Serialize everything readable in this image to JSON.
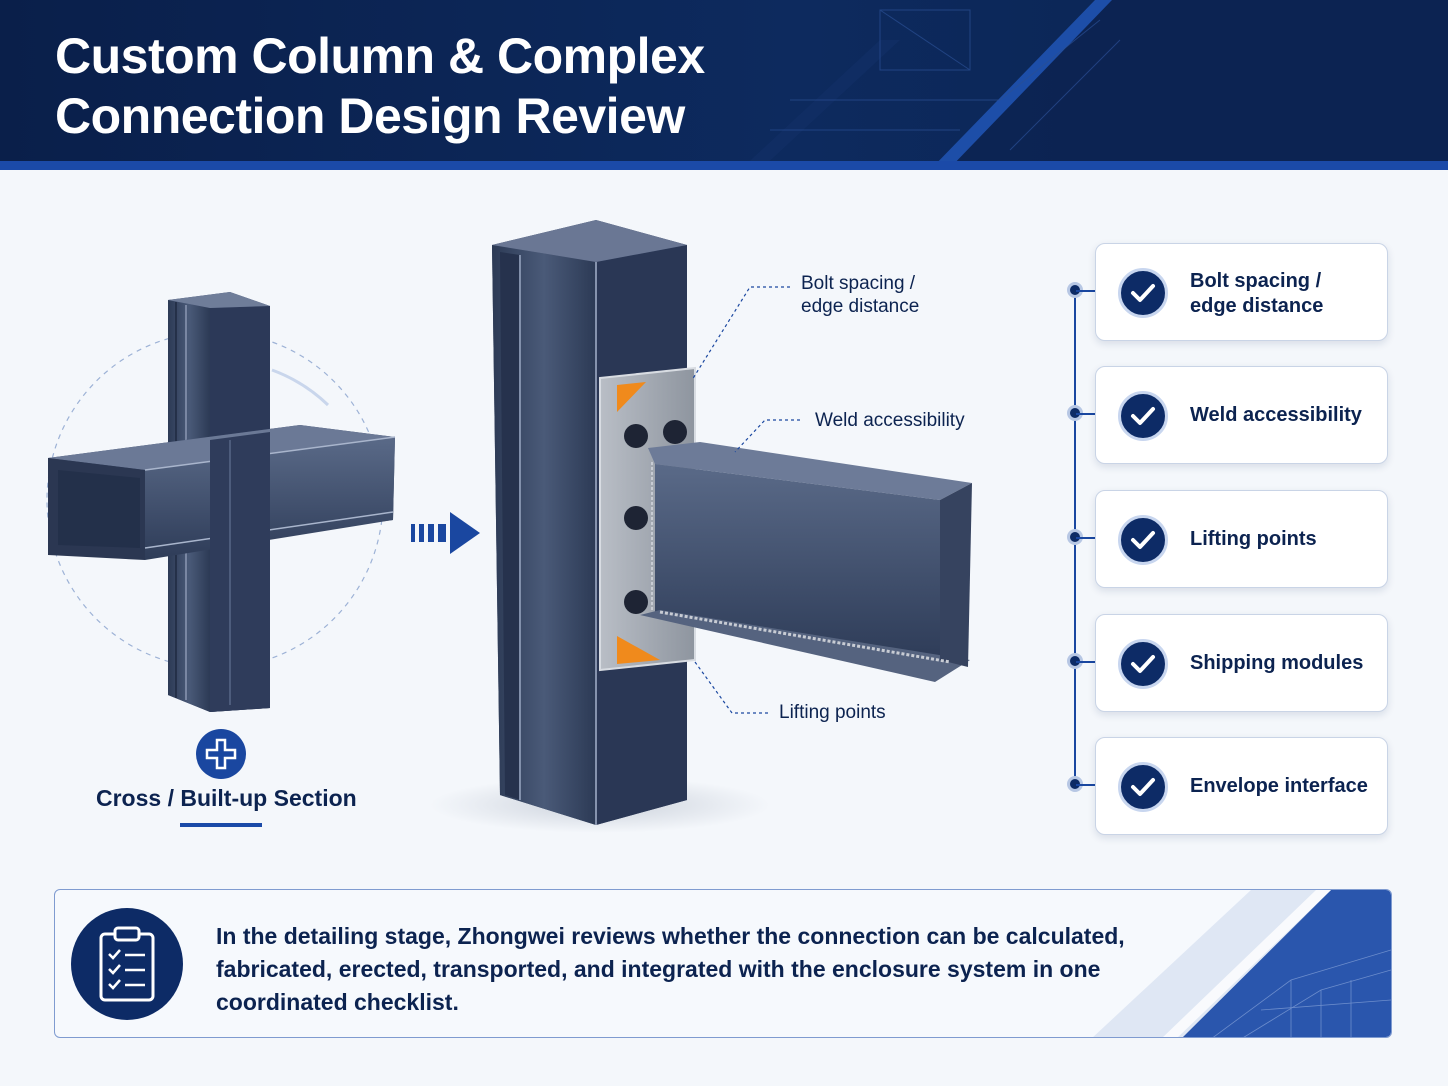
{
  "header": {
    "title_line1": "Custom Column & Complex",
    "title_line2": "Connection Design Review"
  },
  "left_section": {
    "caption": "Cross / Built-up Section",
    "badge_icon": "plus-icon"
  },
  "callouts": {
    "bolt_line1": "Bolt spacing /",
    "bolt_line2": "edge distance",
    "weld": "Weld accessibility",
    "lifting": "Lifting points"
  },
  "checklist": [
    {
      "line1": "Bolt spacing /",
      "line2": "edge distance",
      "icon": "check-circle-icon"
    },
    {
      "line1": "Weld accessibility",
      "line2": "",
      "icon": "check-circle-icon"
    },
    {
      "line1": "Lifting points",
      "line2": "",
      "icon": "check-circle-icon"
    },
    {
      "line1": "Shipping modules",
      "line2": "",
      "icon": "check-circle-icon"
    },
    {
      "line1": "Envelope interface",
      "line2": "",
      "icon": "check-circle-icon"
    }
  ],
  "summary": {
    "icon": "clipboard-checklist-icon",
    "text": "In the detailing stage, Zhongwei reviews whether the connection can be calculated, fabricated, erected, transported, and integrated with the enclosure system in one coordinated checklist."
  },
  "colors": {
    "navy": "#0d2b66",
    "accent_blue": "#1a47a0",
    "steel": "#3b4a66",
    "highlight_orange": "#f08a1c"
  }
}
